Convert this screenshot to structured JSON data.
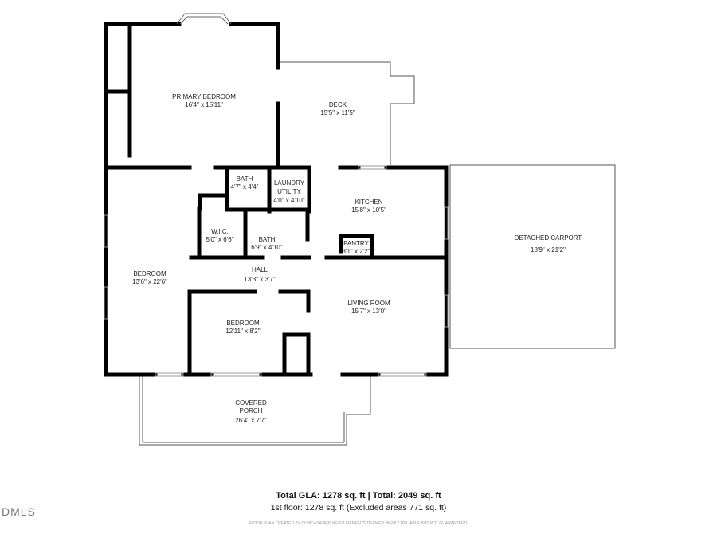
{
  "rooms": [
    {
      "name": "PRIMARY BEDROOM",
      "size": "16'4\" x 15'11\""
    },
    {
      "name": "DECK",
      "size": "15'5\" x 11'5\""
    },
    {
      "name": "BATH",
      "size": "4'7\" x 4'4\""
    },
    {
      "name": "LAUNDRY UTILITY",
      "size": "4'0\" x 4'10\""
    },
    {
      "name": "KITCHEN",
      "size": "15'8\" x 10'5\""
    },
    {
      "name": "W.I.C.",
      "size": "5'0\" x 6'6\""
    },
    {
      "name": "BATH",
      "size": "6'9\" x 4'10\""
    },
    {
      "name": "PANTRY",
      "size": "3'1\" x 2'2\""
    },
    {
      "name": "DETACHED CARPORT",
      "size": "18'9\" x 21'2\""
    },
    {
      "name": "BEDROOM",
      "size": "13'6\" x 22'6\""
    },
    {
      "name": "HALL",
      "size": "13'3\" x 3'7\""
    },
    {
      "name": "LIVING ROOM",
      "size": "15'7\" x 13'0\""
    },
    {
      "name": "BEDROOM",
      "size": "12'11\" x 8'2\""
    },
    {
      "name": "COVERED PORCH",
      "size": "26'4\" x 7'7\""
    }
  ],
  "totals": {
    "line1": "Total GLA: 1278 sq. ft | Total: 2049 sq. ft",
    "line2": "1st floor: 1278 sq. ft (Excluded areas 771 sq. ft)",
    "disclaimer": "FLOOR PLAN CREATED BY CUBICASA APP. MEASUREMENTS DEEMED HIGHLY RELIABLE BUT NOT GUARANTEED."
  },
  "logo": "DMLS"
}
